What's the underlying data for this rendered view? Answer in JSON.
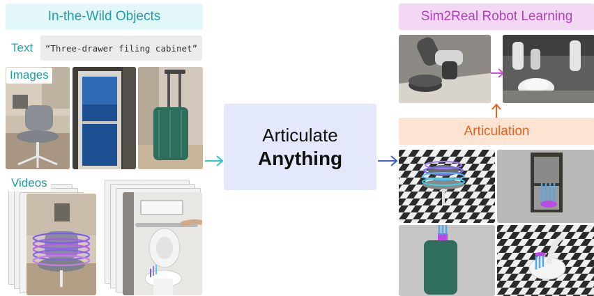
{
  "left_panel": {
    "title": "In-the-Wild Objects",
    "text_label": "Text",
    "text_prompt": "“Three-drawer filing cabinet”",
    "images_label": "Images",
    "videos_label": "Videos"
  },
  "center": {
    "line1": "Articulate",
    "line2": "Anything"
  },
  "right_panel": {
    "title": "Sim2Real Robot Learning",
    "articulation_label": "Articulation"
  },
  "colors": {
    "teal": "#1d9fa8",
    "teal_bg": "#e3f6f8",
    "purple": "#b23fbf",
    "purple_bg": "#f3d8f4",
    "orange": "#e2631f",
    "orange_bg": "#fde3d1",
    "center_bg": "#e4e8fb",
    "blue_arrow": "#3f5fd8",
    "magenta_arrow": "#d34fe0"
  },
  "icons": [
    "arrow-right-icon",
    "arrow-up-icon"
  ]
}
